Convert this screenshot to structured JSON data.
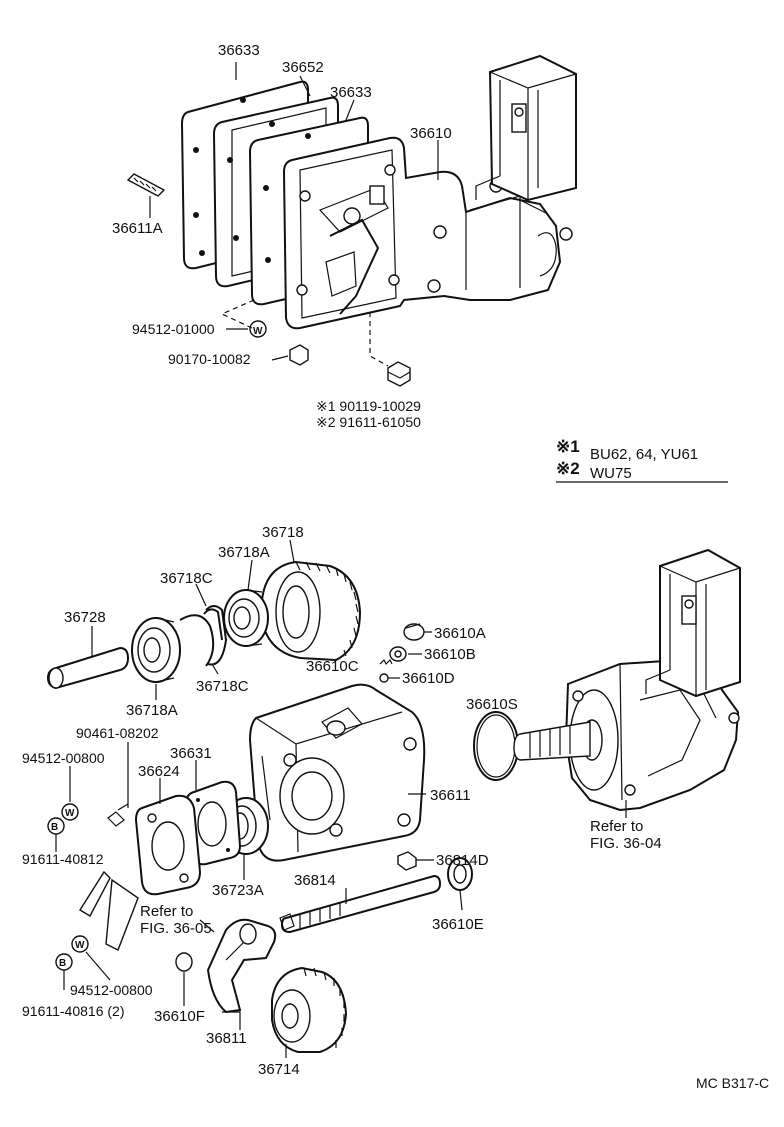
{
  "diagram": {
    "upper_labels": [
      {
        "id": "p36633a",
        "text": "36633"
      },
      {
        "id": "p36652",
        "text": "36652"
      },
      {
        "id": "p36633b",
        "text": "36633"
      },
      {
        "id": "p36610",
        "text": "36610"
      },
      {
        "id": "p36611A",
        "text": "36611A"
      },
      {
        "id": "p94512_01000",
        "text": "94512-01000"
      },
      {
        "id": "p90170",
        "text": "90170-10082"
      },
      {
        "id": "p90119",
        "text": "※1 90119-10029"
      },
      {
        "id": "p91611_61050",
        "text": "※2 91611-61050"
      }
    ],
    "lower_labels": [
      {
        "id": "p36718",
        "text": "36718"
      },
      {
        "id": "p36718A_top",
        "text": "36718A"
      },
      {
        "id": "p36718C_top",
        "text": "36718C"
      },
      {
        "id": "p36728",
        "text": "36728"
      },
      {
        "id": "p36718C_bot",
        "text": "36718C"
      },
      {
        "id": "p36718A_bot",
        "text": "36718A"
      },
      {
        "id": "p36610A",
        "text": "36610A"
      },
      {
        "id": "p36610C",
        "text": "36610C"
      },
      {
        "id": "p36610B",
        "text": "36610B"
      },
      {
        "id": "p36610D",
        "text": "36610D"
      },
      {
        "id": "p36610S",
        "text": "36610S"
      },
      {
        "id": "p90461",
        "text": "90461-08202"
      },
      {
        "id": "p94512_00800a",
        "text": "94512-00800"
      },
      {
        "id": "p36631",
        "text": "36631"
      },
      {
        "id": "p36624",
        "text": "36624"
      },
      {
        "id": "p36611",
        "text": "36611"
      },
      {
        "id": "p91611_40812",
        "text": "91611-40812"
      },
      {
        "id": "p36723A",
        "text": "36723A"
      },
      {
        "id": "p36814D",
        "text": "36814D"
      },
      {
        "id": "p36814",
        "text": "36814"
      },
      {
        "id": "p36610E",
        "text": "36610E"
      },
      {
        "id": "p94512_00800b",
        "text": "94512-00800"
      },
      {
        "id": "p91611_40816",
        "text": "91611-40816 (2)"
      },
      {
        "id": "p36610F",
        "text": "36610F"
      },
      {
        "id": "p36811",
        "text": "36811"
      },
      {
        "id": "p36714",
        "text": "36714"
      }
    ],
    "refer_1": {
      "line1": "Refer to",
      "line2": "FIG. 36-05"
    },
    "refer_2": {
      "line1": "Refer to",
      "line2": "FIG. 36-04"
    },
    "legend": {
      "m1": "※1",
      "t1": "BU62, 64, YU61",
      "m2": "※2",
      "t2": "WU75"
    },
    "markers": {
      "washer": "W",
      "bolt": "B"
    },
    "code": "MC B317-C"
  }
}
